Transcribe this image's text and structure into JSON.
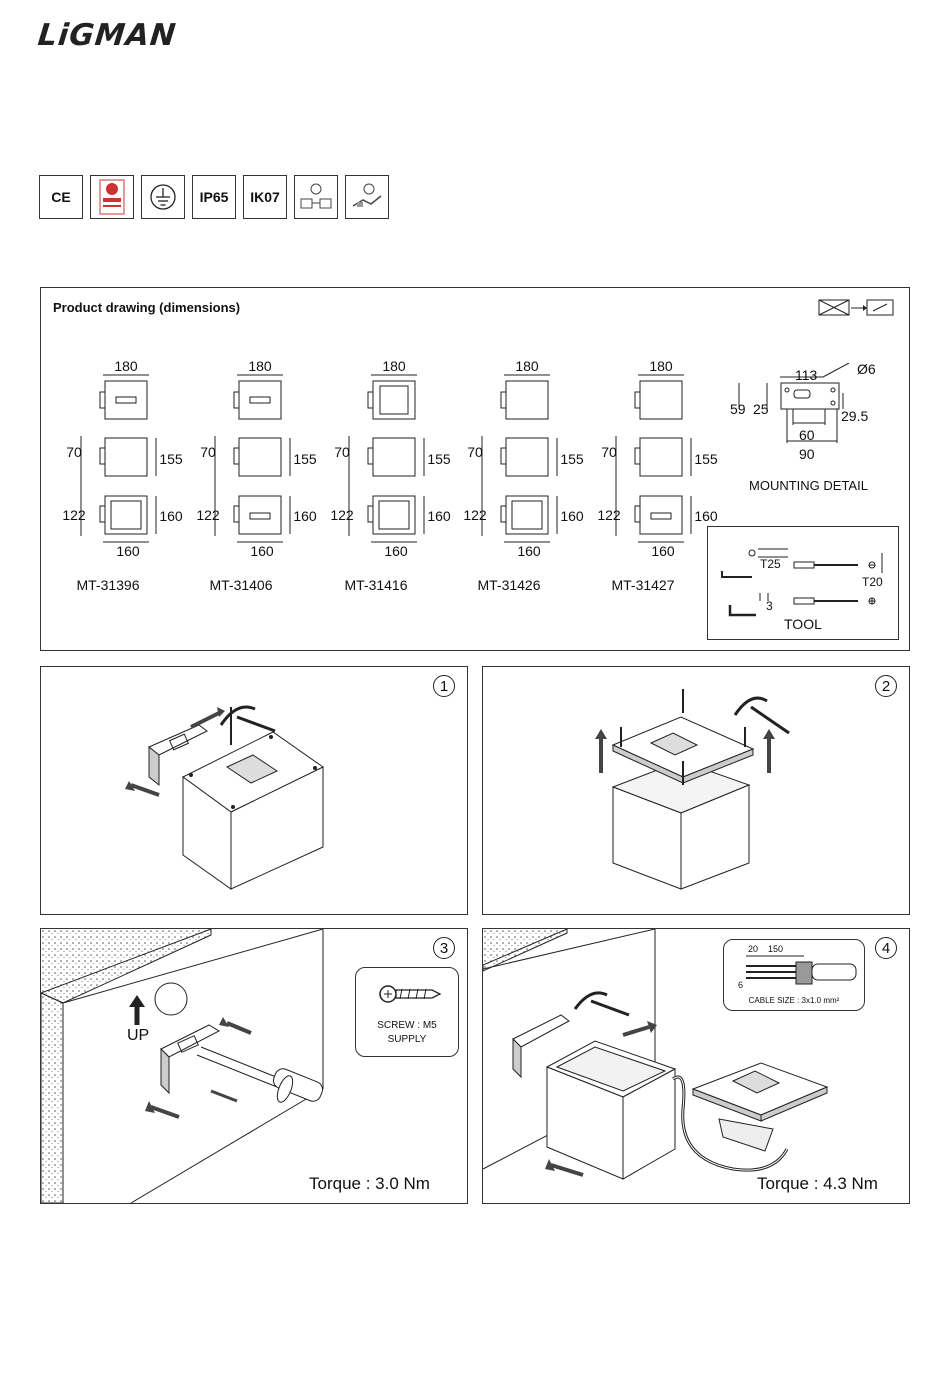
{
  "brand": {
    "logo": "LiGMAN"
  },
  "certifications": [
    {
      "label": "CE",
      "icon": "ce-mark-icon"
    },
    {
      "label": "",
      "icon": "quality-seal-icon"
    },
    {
      "label": "",
      "icon": "earth-ground-icon"
    },
    {
      "label": "IP65",
      "icon": "ip65-icon"
    },
    {
      "label": "IK07",
      "icon": "ik07-icon"
    },
    {
      "label": "",
      "icon": "dimmable-driver-icon"
    },
    {
      "label": "",
      "icon": "wiring-icon"
    }
  ],
  "drawing": {
    "title": "Product drawing (dimensions)",
    "models": [
      {
        "name": "MT-31396",
        "top_width": "180",
        "side_height": "70",
        "side_depth": "155",
        "front_height": "122",
        "front_depth": "160",
        "front_width": "160"
      },
      {
        "name": "MT-31406",
        "top_width": "180",
        "side_height": "70",
        "side_depth": "155",
        "front_height": "122",
        "front_depth": "160",
        "front_width": "160"
      },
      {
        "name": "MT-31416",
        "top_width": "180",
        "side_height": "70",
        "side_depth": "155",
        "front_height": "122",
        "front_depth": "160",
        "front_width": "160"
      },
      {
        "name": "MT-31426",
        "top_width": "180",
        "side_height": "70",
        "side_depth": "155",
        "front_height": "122",
        "front_depth": "160",
        "front_width": "160"
      },
      {
        "name": "MT-31427",
        "top_width": "180",
        "side_height": "70",
        "side_depth": "155",
        "front_height": "122",
        "front_depth": "160",
        "front_width": "160"
      }
    ],
    "mounting": {
      "label": "MOUNTING DETAIL",
      "width_top": "113",
      "hole": "Ø6",
      "height_left": "59",
      "height_inner": "25",
      "right_offset": "29.5",
      "inner_width": "60",
      "bottom_width": "90"
    },
    "tool": {
      "label": "TOOL",
      "t25": "T25",
      "t20": "T20",
      "hex": "3"
    }
  },
  "steps": [
    {
      "num": "1"
    },
    {
      "num": "2"
    },
    {
      "num": "3",
      "up_label": "UP",
      "screw_label": "SCREW : M5",
      "screw_supply": "SUPPLY",
      "torque": "Torque : 3.0 Nm"
    },
    {
      "num": "4",
      "cable_a": "20",
      "cable_b": "150",
      "cable_c": "6",
      "cable_size": "CABLE SIZE : 3x1.0 mm²",
      "torque": "Torque : 4.3 Nm"
    }
  ]
}
